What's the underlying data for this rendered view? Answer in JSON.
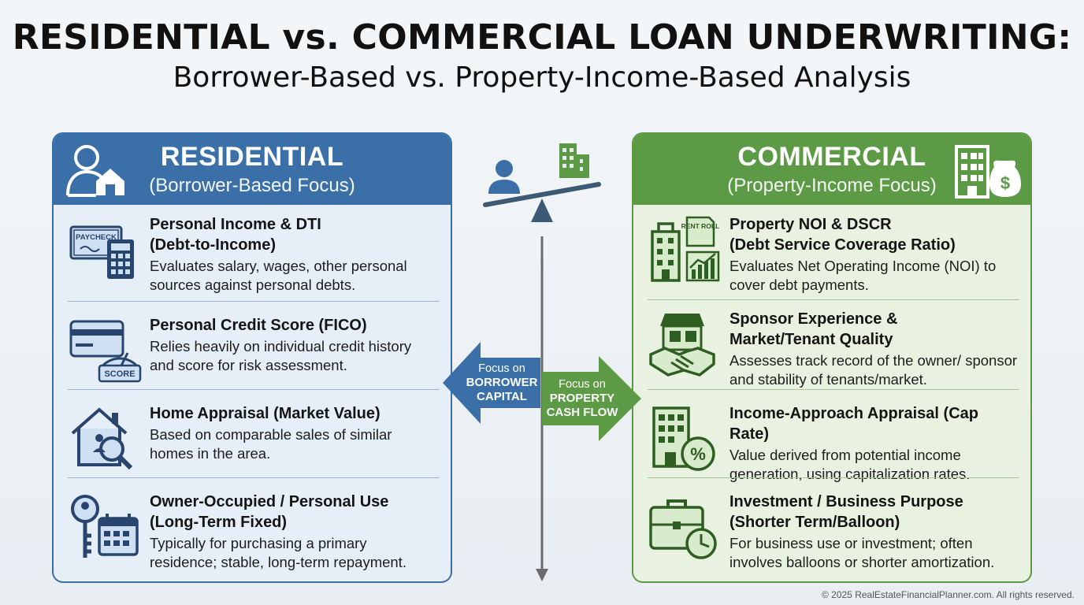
{
  "header": {
    "title": "RESIDENTIAL vs. COMMERCIAL LOAN UNDERWRITING:",
    "subtitle": "Borrower-Based vs. Property-Income-Based Analysis"
  },
  "residential": {
    "title": "RESIDENTIAL",
    "subtitle": "(Borrower-Based Focus)",
    "color": "#3a6fa8",
    "items": [
      {
        "title": "Personal Income & DTI\n(Debt-to-Income)",
        "desc": "Evaluates salary, wages, other personal sources against personal debts.",
        "icon": "paycheck-calculator-icon",
        "icon_text": "PAYCHECK"
      },
      {
        "title": "Personal Credit Score (FICO)",
        "desc": "Relies heavily on individual credit history and score for risk assessment.",
        "icon": "credit-card-gauge-icon",
        "icon_text": "SCORE"
      },
      {
        "title": "Home Appraisal (Market Value)",
        "desc": "Based on comparable sales of similar homes in the area.",
        "icon": "house-magnifier-icon"
      },
      {
        "title": "Owner-Occupied / Personal Use\n(Long-Term Fixed)",
        "desc": "Typically for purchasing a primary residence; stable, long-term repayment.",
        "icon": "key-calendar-icon"
      }
    ]
  },
  "commercial": {
    "title": "COMMERCIAL",
    "subtitle": "(Property-Income Focus)",
    "color": "#5c9a45",
    "items": [
      {
        "title": "Property NOI & DSCR\n(Debt Service Coverage Ratio)",
        "desc": "Evaluates Net Operating Income (NOI) to cover debt payments.",
        "icon": "building-rent-roll-icon",
        "icon_text": "RENT ROLL"
      },
      {
        "title": "Sponsor Experience &\nMarket/Tenant Quality",
        "desc": "Assesses track record of the owner/ sponsor and stability of tenants/market.",
        "icon": "storefront-handshake-icon"
      },
      {
        "title": "Income-Approach Appraisal (Cap Rate)",
        "desc": "Value derived from potential income generation, using capitalization rates.",
        "icon": "building-percent-icon"
      },
      {
        "title": "Investment / Business Purpose\n(Shorter Term/Balloon)",
        "desc": "For business use or investment; often involves balloons or shorter amortization.",
        "icon": "briefcase-clock-icon"
      }
    ]
  },
  "center": {
    "left_arrow": {
      "line1": "Focus on",
      "line2": "BORROWER",
      "line3": "CAPITAL",
      "color": "#3a6fa8"
    },
    "right_arrow": {
      "line1": "Focus on",
      "line2": "PROPERTY",
      "line3": "CASH FLOW",
      "color": "#5c9a45"
    }
  },
  "footer": {
    "copyright": "© 2025 RealEstateFinancialPlanner.com. All rights reserved."
  }
}
